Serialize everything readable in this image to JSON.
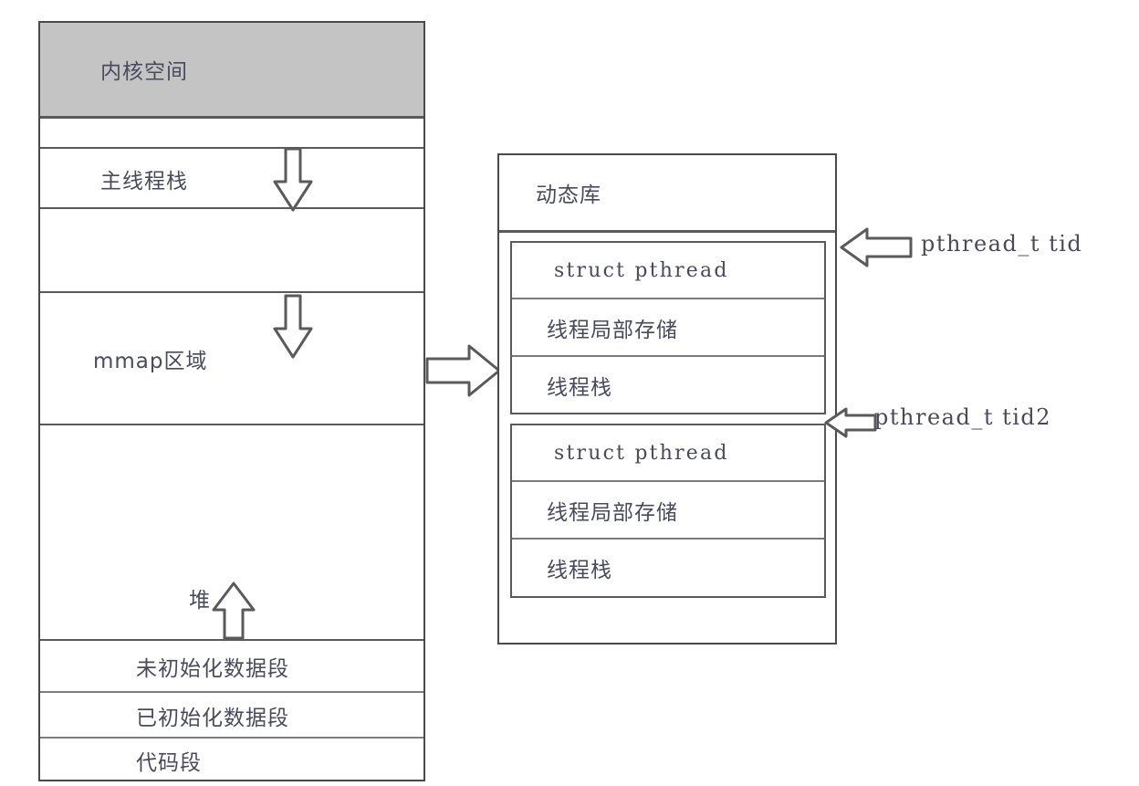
{
  "diagram": {
    "title": "Linux process memory layout and pthread structures",
    "colors": {
      "kernel_band_fill": "#c4c4c4",
      "line": "#5a5a5a",
      "text": "#4a4a5e",
      "background": "#ffffff"
    }
  },
  "memory_column": {
    "name": "process-address-space",
    "segments": [
      {
        "id": "kernel",
        "label": "内核空间",
        "filled": true
      },
      {
        "id": "gap-1",
        "label": "",
        "filled": false
      },
      {
        "id": "main-stack",
        "label": "主线程栈",
        "filled": false
      },
      {
        "id": "gap-2",
        "label": "",
        "filled": false
      },
      {
        "id": "mmap",
        "label": "mmap区域",
        "filled": false
      },
      {
        "id": "heap",
        "label": "堆",
        "filled": false
      },
      {
        "id": "bss",
        "label": "未初始化数据段",
        "filled": false
      },
      {
        "id": "data",
        "label": "已初始化数据段",
        "filled": false
      },
      {
        "id": "text",
        "label": "代码段",
        "filled": false
      }
    ],
    "arrows": [
      {
        "id": "stack-grow-down",
        "icon": "arrow-down-icon",
        "direction": "down",
        "near": "主线程栈"
      },
      {
        "id": "mmap-grow-down",
        "icon": "arrow-down-icon",
        "direction": "down",
        "near": "mmap区域"
      },
      {
        "id": "heap-grow-up",
        "icon": "arrow-up-icon",
        "direction": "up",
        "near": "堆"
      }
    ]
  },
  "link_arrow": {
    "id": "mmap-to-dylib",
    "icon": "arrow-right-icon",
    "direction": "right",
    "from": "mmap区域",
    "to": "动态库"
  },
  "dynamic_library": {
    "name": "dynamic-library",
    "header_label": "动态库",
    "thread_blocks": [
      {
        "id": "thread-1",
        "rows": [
          "struct pthread",
          "线程局部存储",
          "线程栈"
        ],
        "callout": {
          "label": "pthread_t tid",
          "icon": "arrow-left-icon"
        }
      },
      {
        "id": "thread-2",
        "rows": [
          "struct pthread",
          "线程局部存储",
          "线程栈"
        ],
        "callout": {
          "label": "pthread_t tid2",
          "icon": "arrow-left-icon"
        }
      }
    ]
  }
}
